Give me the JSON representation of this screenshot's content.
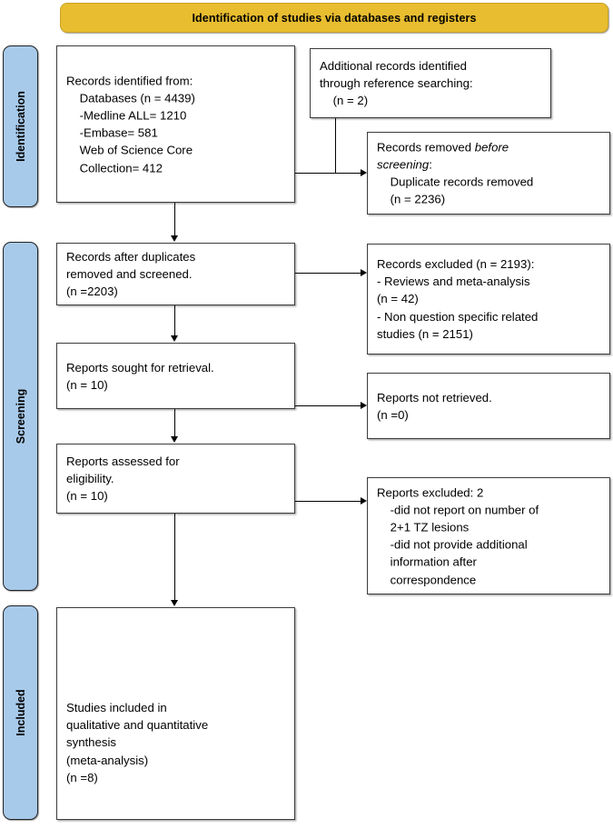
{
  "banner": {
    "title": "Identification of studies via databases and registers",
    "color": "#e8bd2f"
  },
  "stages": [
    {
      "key": "identification",
      "label": "Identification",
      "color": "#a8caea"
    },
    {
      "key": "screening",
      "label": "Screening",
      "color": "#a8caea"
    },
    {
      "key": "included",
      "label": "Included",
      "color": "#a8caea"
    }
  ],
  "boxes": {
    "records_identified": {
      "name": "records-identified-box",
      "lines": [
        "Records identified from:",
        "    Databases (n = 4439)",
        "    -Medline ALL= 1210",
        "    -Embase= 581",
        "    Web of Science Core",
        "    Collection= 412"
      ],
      "text": "Records identified from:\n    Databases (n = 4439)\n    -Medline ALL= 1210\n    -Embase= 581\n    Web of Science Core\n    Collection= 412"
    },
    "additional_records": {
      "name": "additional-records-box",
      "lines": [
        "Additional records identified",
        "through reference searching:",
        "    (n = 2)"
      ],
      "text": "Additional records identified\nthrough reference searching:\n    (n = 2)"
    },
    "records_removed": {
      "name": "records-removed-box",
      "line1_pre": "Records removed ",
      "line1_em": "before",
      "line2_em": "screening",
      "line2_post": ":",
      "line3": "    Duplicate records removed",
      "line4": "    (n = 2236)"
    },
    "records_screened": {
      "name": "records-screened-box",
      "text": "Records after duplicates\nremoved and screened.\n(n =2203)"
    },
    "records_excluded": {
      "name": "records-excluded-box",
      "text": "Records excluded (n = 2193):\n- Reviews and meta-analysis\n(n = 42)\n- Non question specific related\nstudies (n = 2151)"
    },
    "reports_sought": {
      "name": "reports-sought-box",
      "text": "Reports sought for retrieval.\n(n = 10)"
    },
    "reports_not_retrieved": {
      "name": "reports-not-retrieved-box",
      "text": "Reports not retrieved.\n(n =0)"
    },
    "reports_assessed": {
      "name": "reports-assessed-box",
      "text": "Reports assessed for\neligibility.\n(n = 10)"
    },
    "reports_excluded": {
      "name": "reports-excluded-box",
      "text": "Reports excluded: 2\n    -did not report on number of\n    2+1 TZ lesions\n    -did not provide additional\n    information after\n    correspondence"
    },
    "studies_included": {
      "name": "studies-included-box",
      "text": "Studies included in\nqualitative and quantitative\nsynthesis\n(meta-analysis)\n(n =8)"
    }
  },
  "flow_data": {
    "type": "prisma-flow",
    "counts": {
      "databases_total": 4439,
      "medline_all": 1210,
      "embase": 581,
      "web_of_science_core_collection": 412,
      "additional_reference_searching": 2,
      "duplicates_removed": 2236,
      "records_screened": 2203,
      "records_excluded_total": 2193,
      "excluded_reviews_meta_analysis": 42,
      "excluded_non_question_specific": 2151,
      "reports_sought": 10,
      "reports_not_retrieved": 0,
      "reports_assessed": 10,
      "reports_excluded": 2,
      "studies_included": 8
    }
  }
}
